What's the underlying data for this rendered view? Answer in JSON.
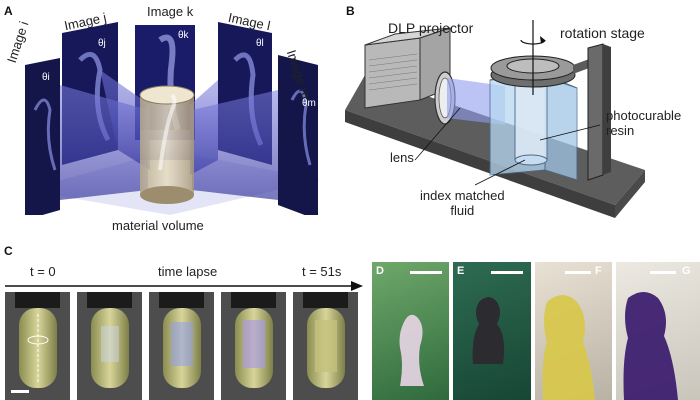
{
  "panels": {
    "a": {
      "letter": "A",
      "images": [
        "Image i",
        "Image j",
        "Image k",
        "Image l",
        "Image m"
      ],
      "thetas": [
        "θi",
        "θj",
        "θk",
        "θl",
        "θm"
      ],
      "volume_label": "material volume"
    },
    "b": {
      "letter": "B",
      "dlp_projector": "DLP projector",
      "rotation_stage": "rotation stage",
      "photocurable_resin": "photocurable\nresin",
      "lens": "lens",
      "index_matched_fluid": "index matched\nfluid"
    },
    "c": {
      "letter": "C",
      "t_start": "t = 0",
      "time_lapse": "time lapse",
      "t_end": "t = 51s"
    },
    "photos": [
      {
        "letter": "D",
        "letter_color": "#ffffff"
      },
      {
        "letter": "E",
        "letter_color": "#ffffff"
      },
      {
        "letter": "F",
        "letter_color": "#ffffff"
      },
      {
        "letter": "G",
        "letter_color": "#ffffff"
      }
    ]
  },
  "colors": {
    "projection_blue": "#3b3fb0",
    "resin_yellow": "#d8c84a",
    "print_purple": "#3a1a6e"
  }
}
